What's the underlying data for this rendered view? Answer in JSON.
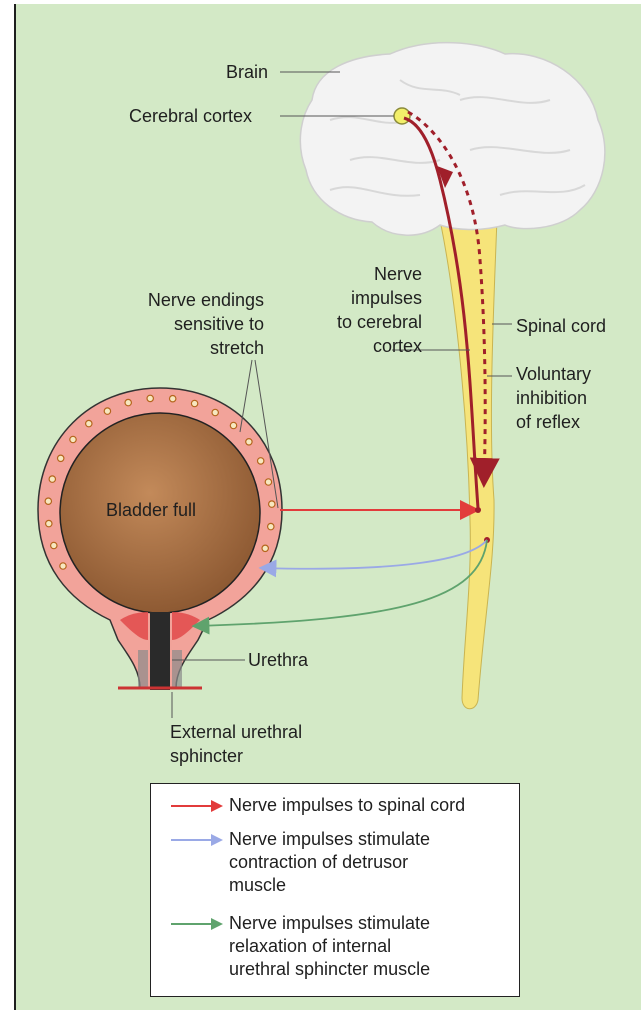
{
  "labels": {
    "brain": "Brain",
    "cerebral_cortex": "Cerebral cortex",
    "nerve_impulses": "Nerve\nimpulses\nto cerebral\ncortex",
    "nerve_endings": "Nerve endings\nsensitive to\nstretch",
    "spinal_cord": "Spinal cord",
    "voluntary": "Voluntary\ninhibition\nof reflex",
    "bladder": "Bladder full",
    "urethra": "Urethra",
    "external": "External urethral\nsphincter"
  },
  "legend": [
    {
      "text": "Nerve impulses to spinal cord",
      "color": "#e23b3b"
    },
    {
      "text": "Nerve impulses stimulate\ncontraction of detrusor\nmuscle",
      "color": "#9aa9e6"
    },
    {
      "text": "Nerve impulses stimulate\nrelaxation of internal\nurethral sphincter muscle",
      "color": "#5fa36d"
    }
  ],
  "colors": {
    "background": "#d3e9c6",
    "brain": "#f3f3f3",
    "spinal_cord": "#f6e47a",
    "bladder_wall": "#f2a39a",
    "bladder_inner": "#a0693e",
    "impulse_red": "#a01f2a"
  }
}
